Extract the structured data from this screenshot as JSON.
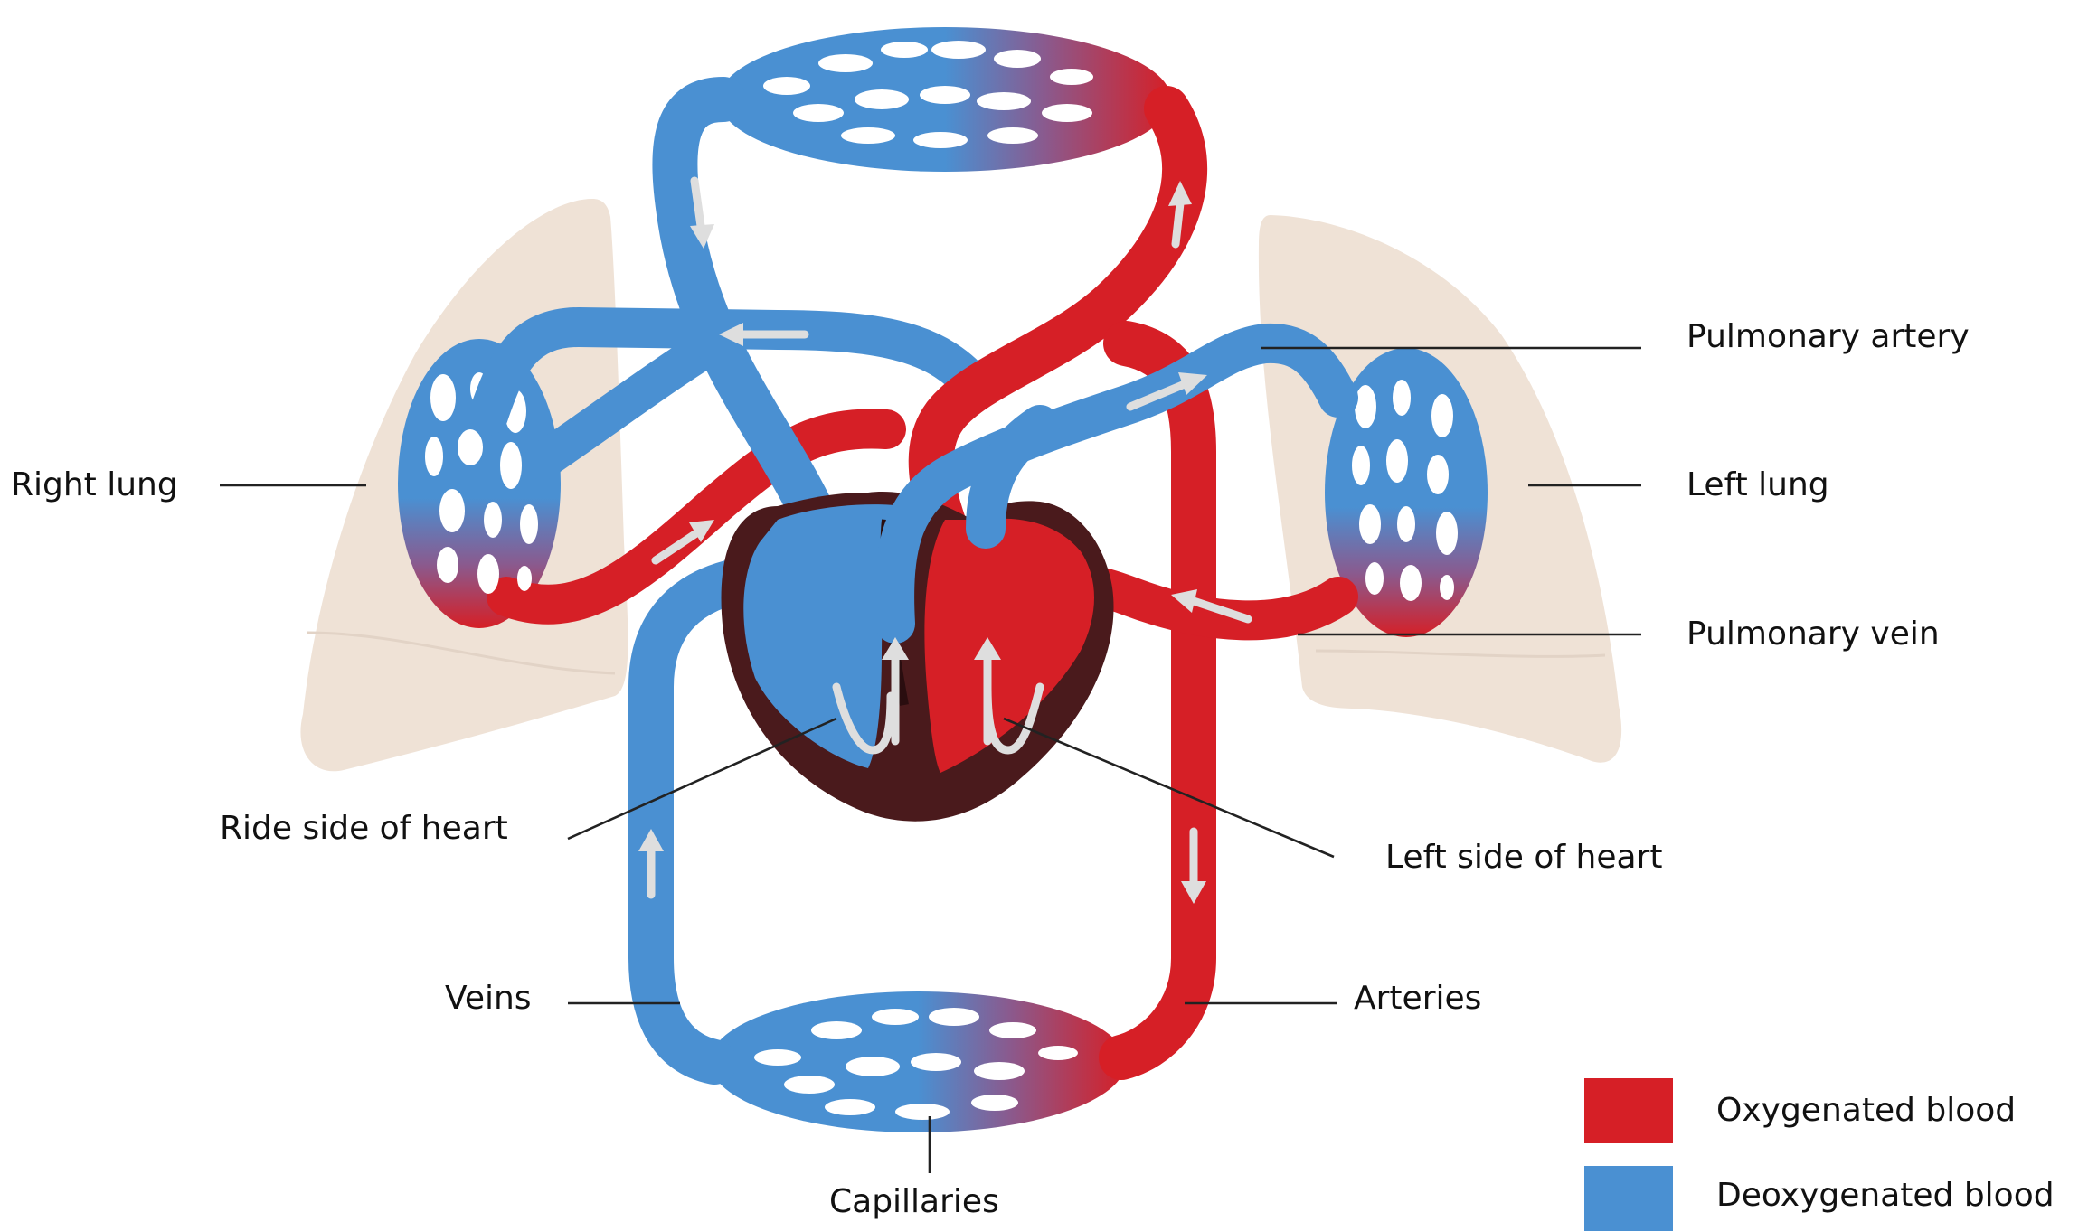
{
  "labels": {
    "pulmonary_artery": "Pulmonary artery",
    "right_lung": "Right lung",
    "left_lung": "Left lung",
    "pulmonary_vein": "Pulmonary vein",
    "right_side_heart": "Ride side of heart",
    "left_side_heart": "Left side of heart",
    "veins": "Veins",
    "arteries": "Arteries",
    "capillaries": "Capillaries"
  },
  "legend": [
    {
      "label": "Oxygenated blood",
      "color": "#d61f26"
    },
    {
      "label": "Deoxygenated blood",
      "color": "#4a90d2"
    }
  ],
  "colors": {
    "oxygenated": "#d61f26",
    "deoxygenated": "#4a90d2",
    "lung": "#efe2d6",
    "heart_wall": "#4a1a1c",
    "flow_arrow": "#dedede"
  }
}
